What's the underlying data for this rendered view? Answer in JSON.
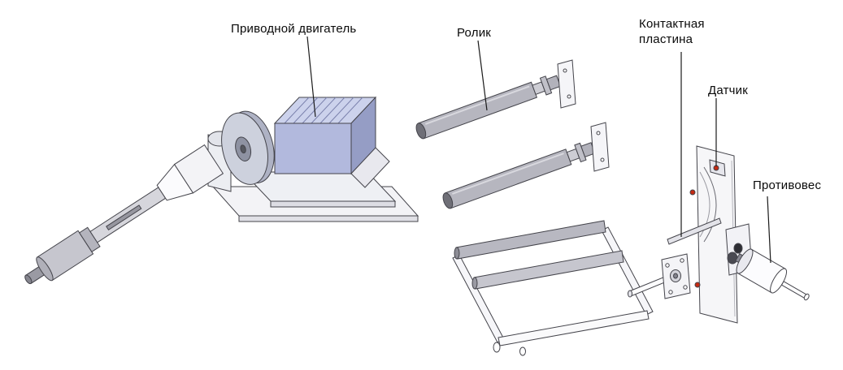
{
  "figure": {
    "labels": {
      "drive_motor": "Приводной двигатель",
      "roller": "Ролик",
      "contact_plate": "Контактная пластина",
      "sensor": "Датчик",
      "counterweight": "Противовес"
    },
    "colors": {
      "background": "#ffffff",
      "outline": "#44444b",
      "metal_light": "#f4f4f7",
      "metal_mid": "#c2c2cb",
      "metal_dark": "#8f8f99",
      "motor_fill": "#b2b9dd",
      "motor_top": "#ccd2ec",
      "motor_side": "#959dc5",
      "marker_red": "#c52a12"
    }
  }
}
